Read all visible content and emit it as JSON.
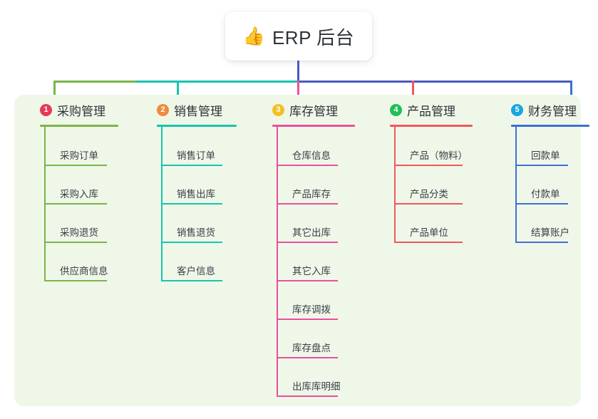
{
  "title": {
    "icon": "thumbs-up-icon",
    "icon_glyph": "👍",
    "text": "ERP 后台"
  },
  "canvas": {
    "background": "#ffffff",
    "panel_background": "#eff7e9",
    "stem_color": "#4a5ac0"
  },
  "connector": {
    "segments": [
      {
        "name": "green-segment",
        "color": "#79b648"
      },
      {
        "name": "teal-segment",
        "color": "#17c4ad"
      },
      {
        "name": "blue-segment",
        "color": "#4a5ac0"
      }
    ]
  },
  "columns": [
    {
      "index": "1",
      "title": "采购管理",
      "badge_color": "#e8385a",
      "line_color": "#79b648",
      "drop_color": "#79b648",
      "items": [
        "采购订单",
        "采购入库",
        "采购退货",
        "供应商信息"
      ]
    },
    {
      "index": "2",
      "title": "销售管理",
      "badge_color": "#f08a3c",
      "line_color": "#17c4ad",
      "drop_color": "#17c4ad",
      "items": [
        "销售订单",
        "销售出库",
        "销售退货",
        "客户信息"
      ]
    },
    {
      "index": "3",
      "title": "库存管理",
      "badge_color": "#f3c023",
      "line_color": "#eb4f9b",
      "drop_color": "#eb4f9b",
      "items": [
        "仓库信息",
        "产品库存",
        "其它出库",
        "其它入库",
        "库存调拨",
        "库存盘点",
        "出库库明细"
      ]
    },
    {
      "index": "4",
      "title": "产品管理",
      "badge_color": "#20bf55",
      "line_color": "#f2565a",
      "drop_color": "#f2565a",
      "items": [
        "产品（物料）",
        "产品分类",
        "产品单位"
      ]
    },
    {
      "index": "5",
      "title": "财务管理",
      "badge_color": "#18a5e0",
      "line_color": "#3f6fd4",
      "drop_color": "#3f6fd4",
      "items": [
        "回款单",
        "付款单",
        "结算账户"
      ]
    }
  ]
}
